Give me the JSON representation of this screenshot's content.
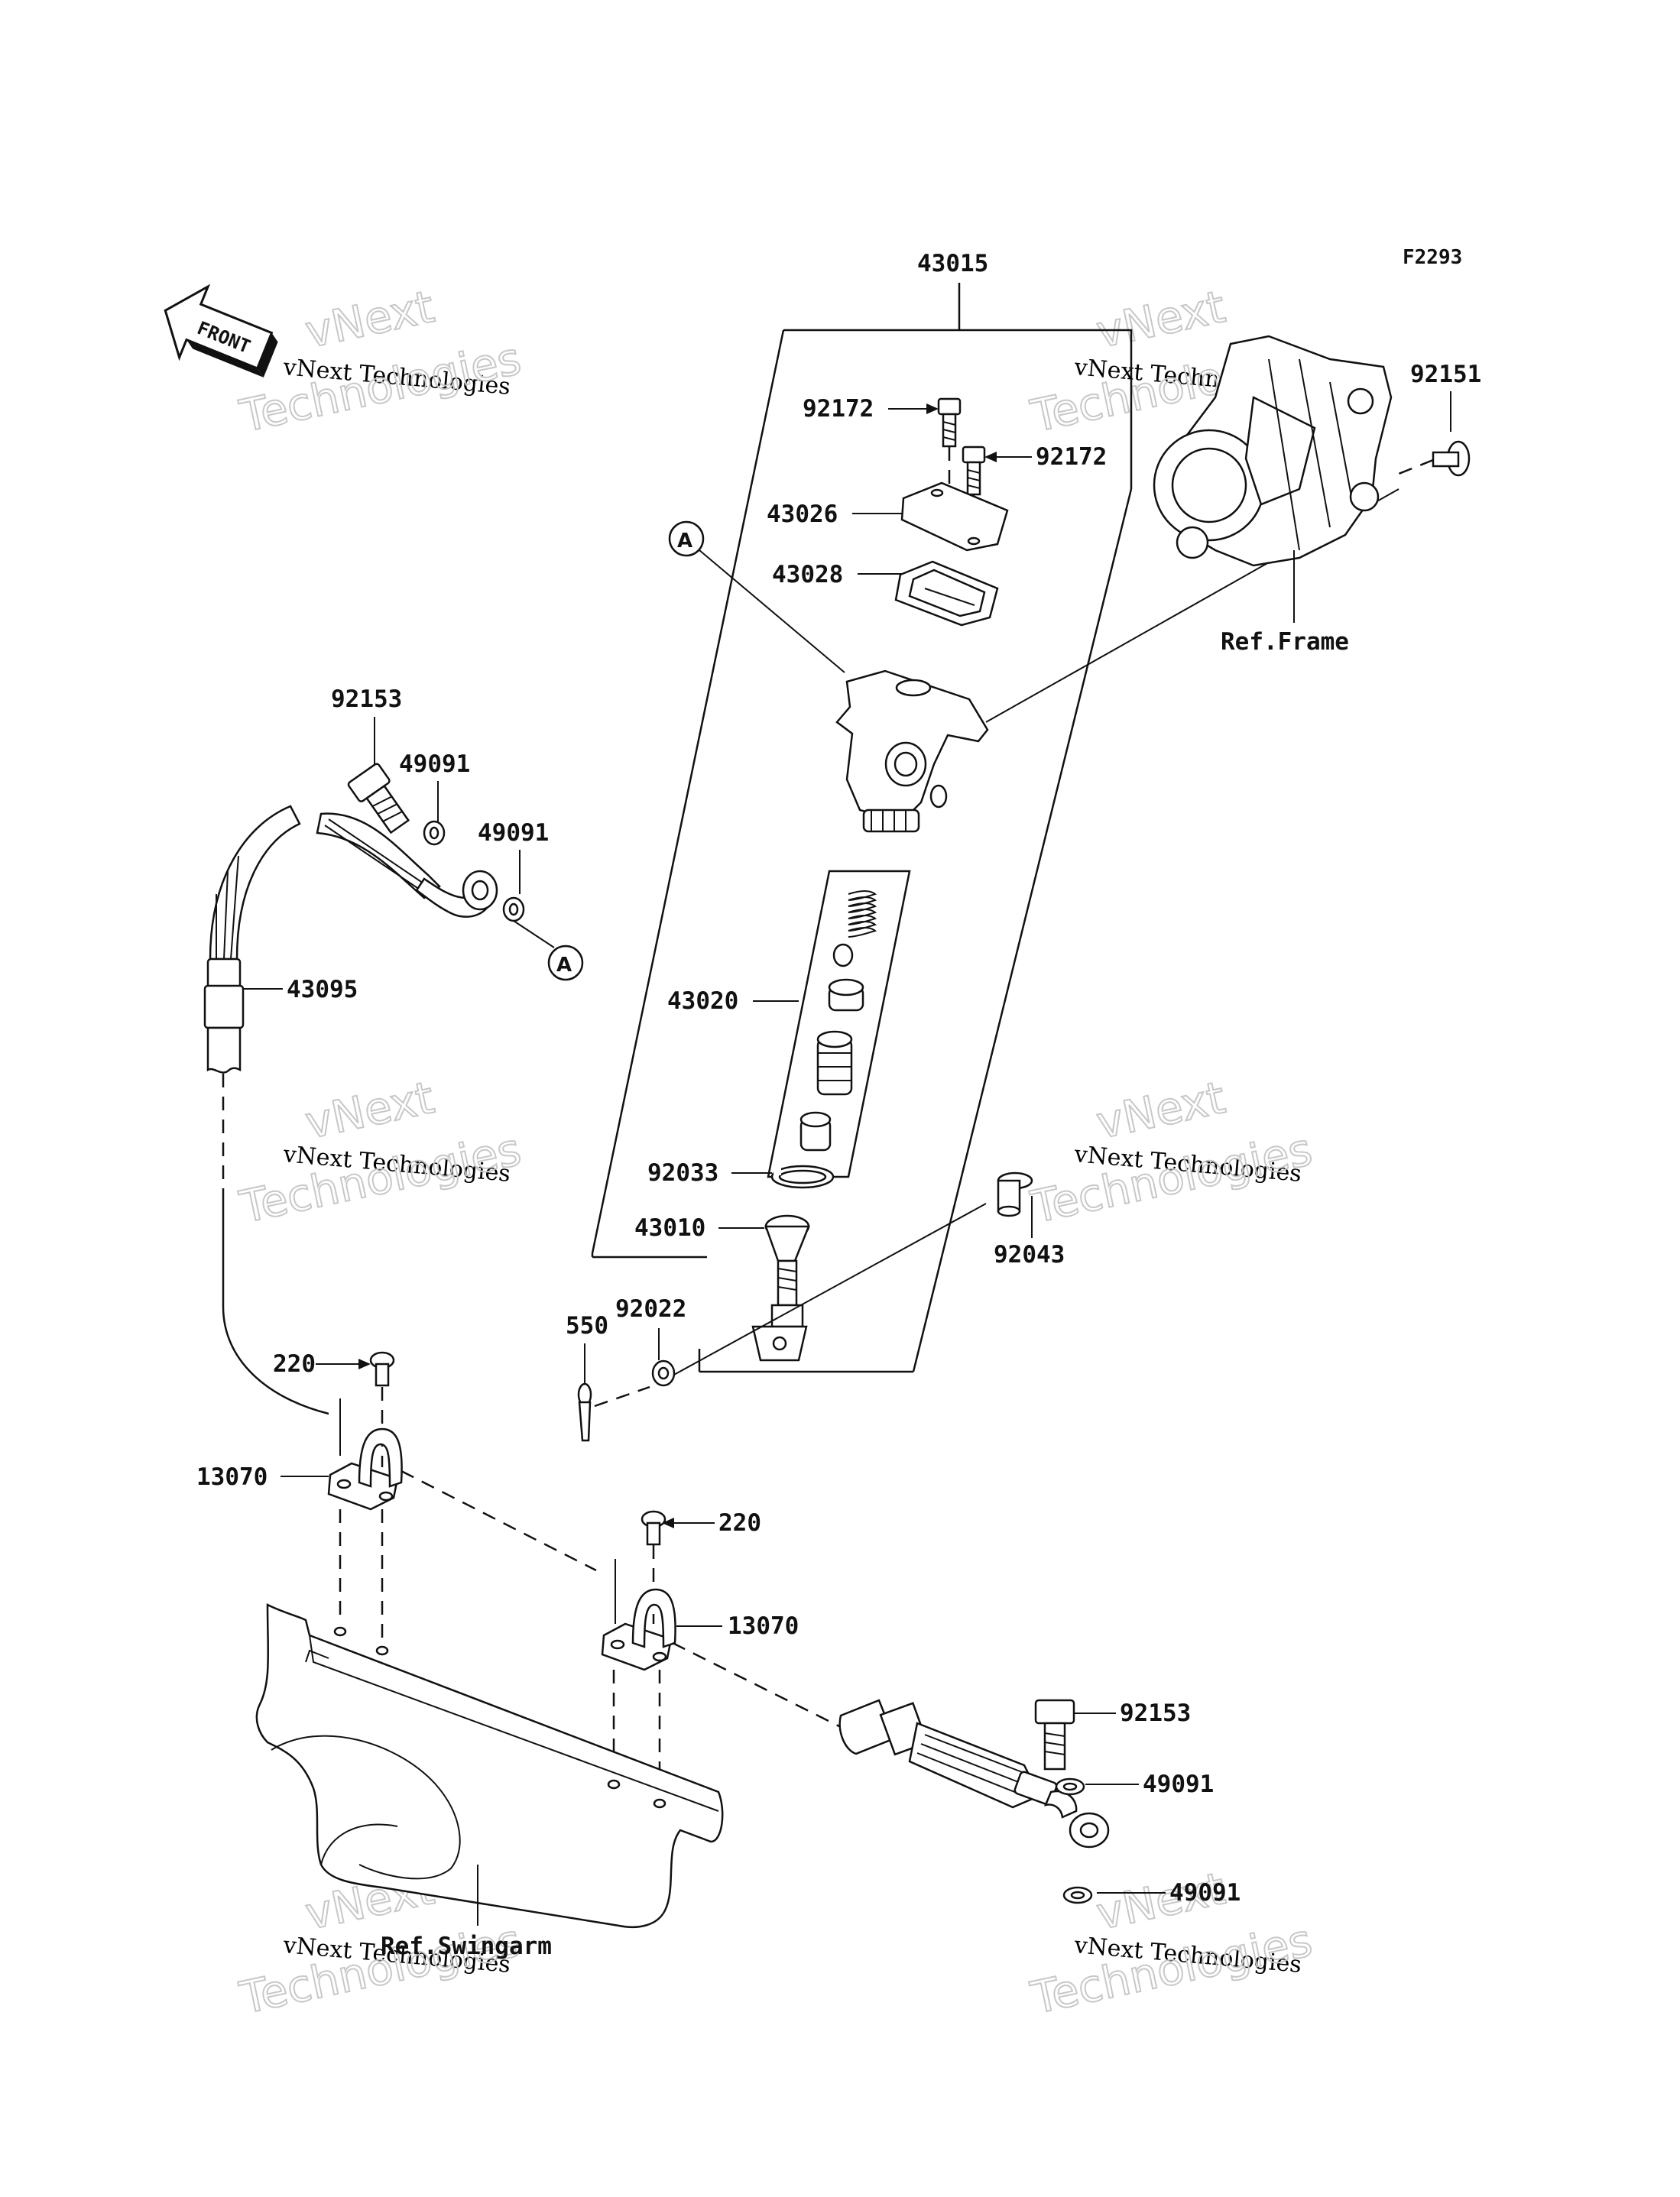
{
  "figure_code": "F2293",
  "front_label": "FRONT",
  "watermark": {
    "line1": "vNext Technologies",
    "line2": "vNext",
    "line3": "Technologies"
  },
  "ref_frame": "Ref.Frame",
  "ref_swingarm": "Ref.Swingarm",
  "callout_letter": "A",
  "parts": {
    "p43015": "43015",
    "p92172a": "92172",
    "p92172b": "92172",
    "p43026": "43026",
    "p43028": "43028",
    "p92151": "92151",
    "p92153a": "92153",
    "p49091a": "49091",
    "p49091b": "49091",
    "p43095": "43095",
    "p43020": "43020",
    "p92033": "92033",
    "p43010": "43010",
    "p92043": "92043",
    "p550": "550",
    "p92022": "92022",
    "p220a": "220",
    "p13070a": "13070",
    "p220b": "220",
    "p13070b": "13070",
    "p92153b": "92153",
    "p49091c": "49091",
    "p49091d": "49091"
  }
}
